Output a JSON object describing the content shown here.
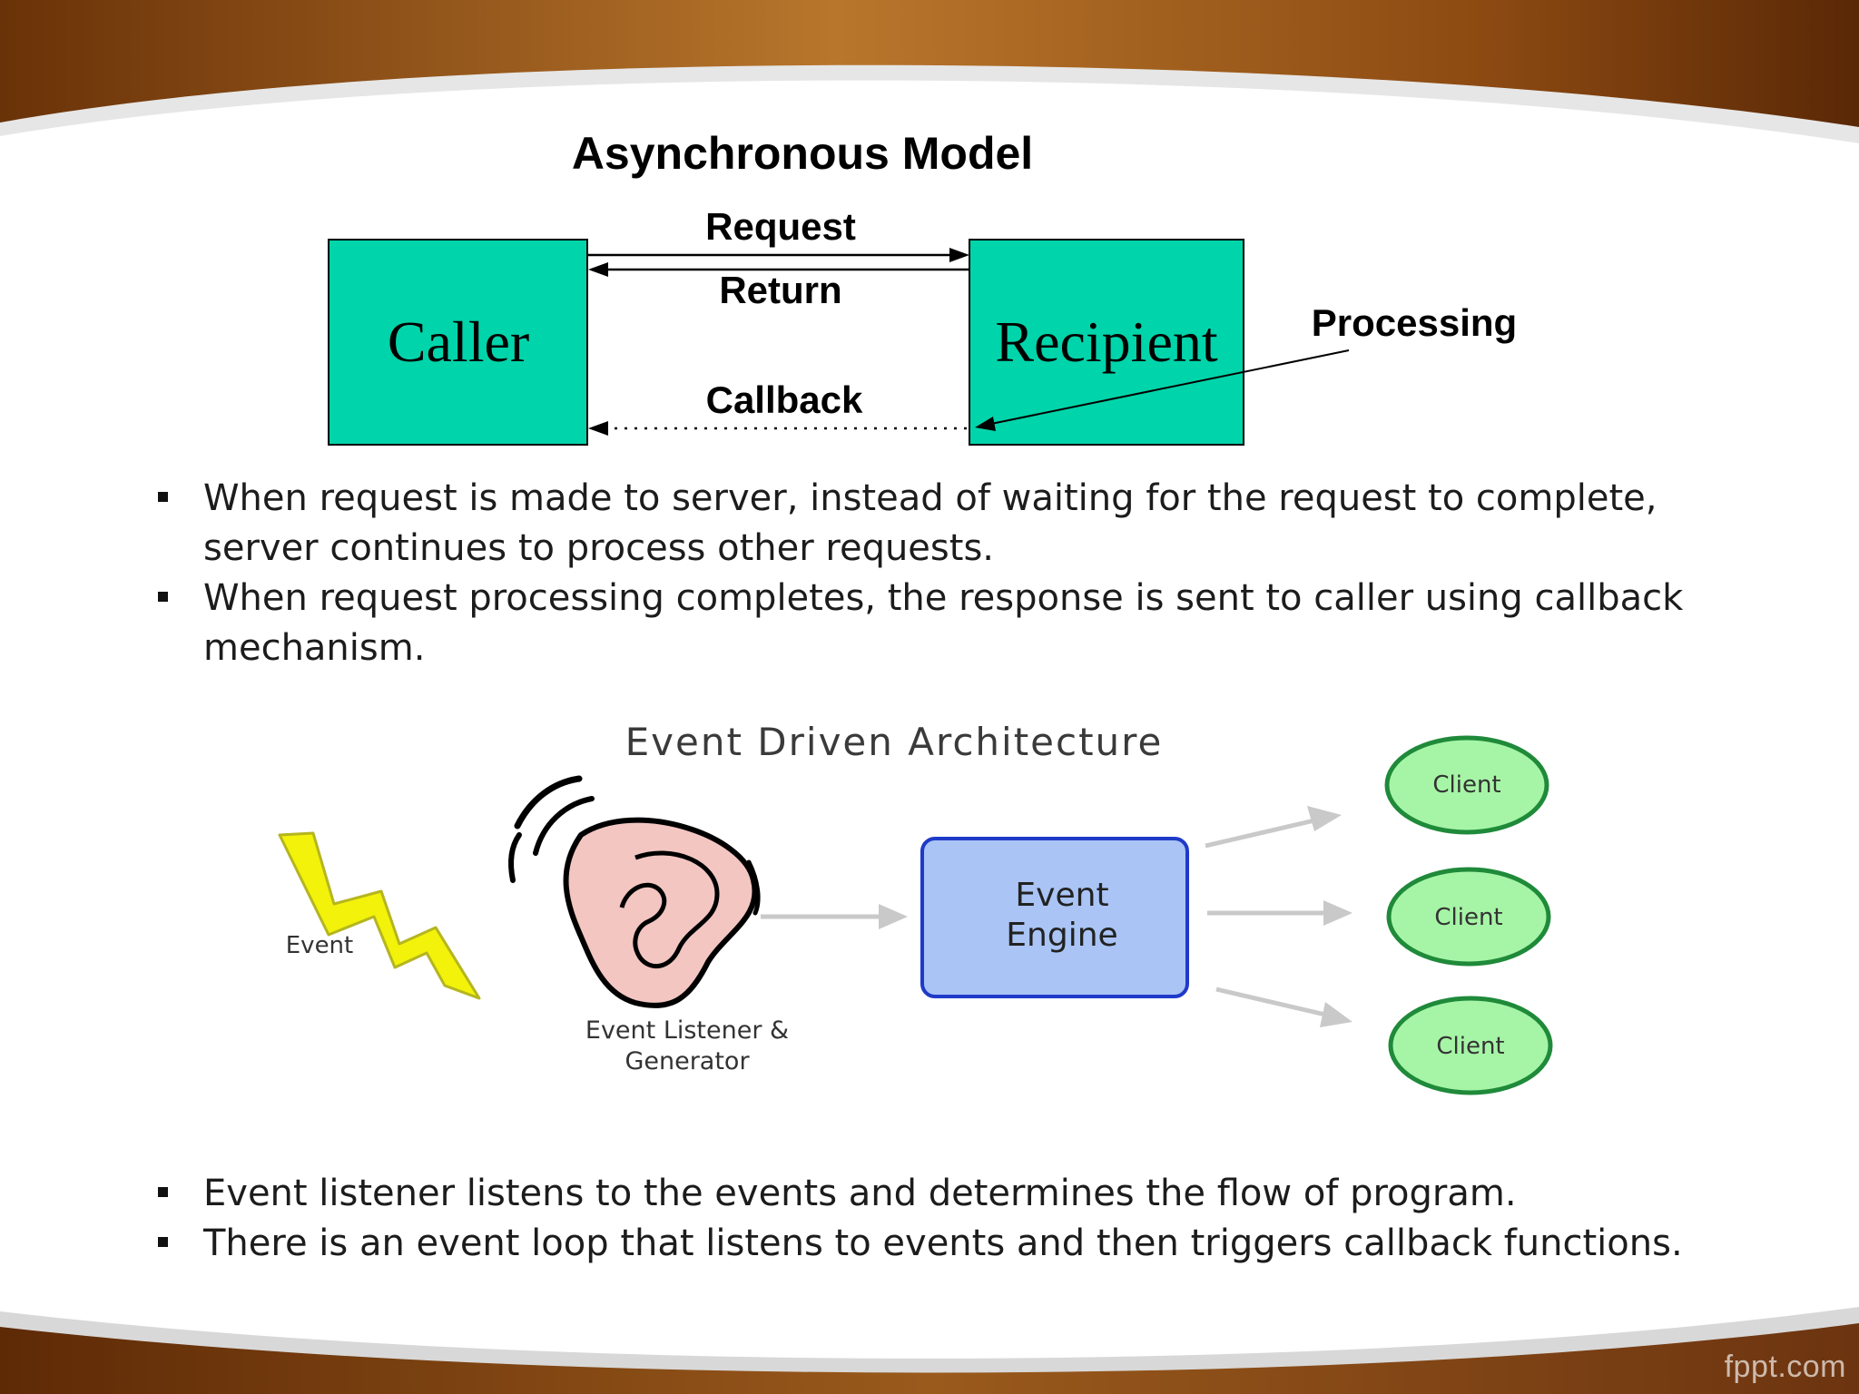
{
  "async_diagram": {
    "title": "Asynchronous Model",
    "caller": "Caller",
    "recipient": "Recipient",
    "request": "Request",
    "return": "Return",
    "callback": "Callback",
    "processing": "Processing",
    "box_color": "#00d4aa"
  },
  "async_bullets": [
    {
      "text": "When request is made to server, instead of waiting for the request to complete, server continues to process other requests."
    },
    {
      "text": "When request processing completes, the response is sent to caller using callback mechanism."
    }
  ],
  "eda_diagram": {
    "title": "Event Driven Architecture",
    "event_label": "Event",
    "listener_line1": "Event Listener &",
    "listener_line2": "Generator",
    "engine_line1": "Event",
    "engine_line2": "Engine",
    "clients": [
      "Client",
      "Client",
      "Client"
    ],
    "engine_color": "#a9c4f5",
    "client_color": "#a6f5a6",
    "bolt_color": "#f2f20a"
  },
  "eda_bullets": [
    {
      "text": "Event listener listens to the events and determines the flow of program."
    },
    {
      "text": "There is an event loop that listens to events and then triggers callback functions."
    }
  ],
  "watermark": "fppt.com"
}
